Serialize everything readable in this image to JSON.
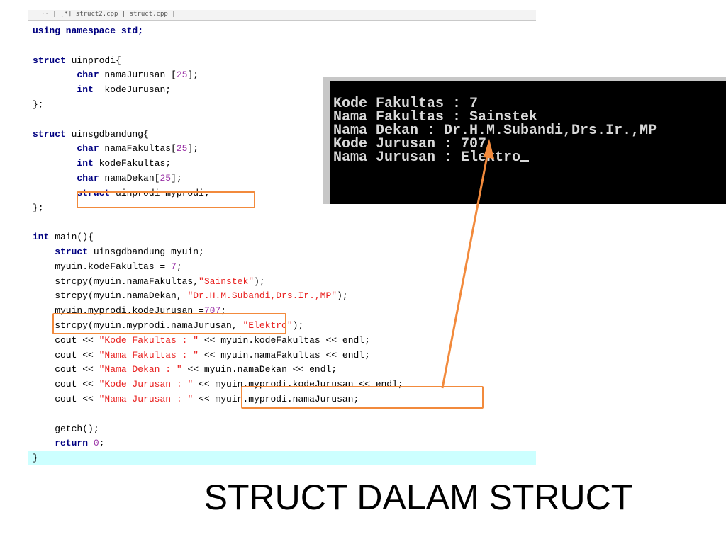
{
  "slide": {
    "title": "STRUCT DALAM STRUCT"
  },
  "editor": {
    "tabstrip_text": "·· | [*] struct2.cpp | struct.cpp |",
    "lines": [
      [
        {
          "t": "using namespace std;",
          "c": "kw-line"
        }
      ],
      [],
      [
        {
          "t": "struct",
          "c": "kw"
        },
        {
          "t": " uinprodi{",
          "c": ""
        }
      ],
      [
        {
          "t": "        char",
          "c": "kw"
        },
        {
          "t": " namaJurusan [",
          "c": ""
        },
        {
          "t": "25",
          "c": "num"
        },
        {
          "t": "];",
          "c": ""
        }
      ],
      [
        {
          "t": "        int",
          "c": "kw"
        },
        {
          "t": "  kodeJurusan;",
          "c": ""
        }
      ],
      [
        {
          "t": "};",
          "c": ""
        }
      ],
      [],
      [
        {
          "t": "struct",
          "c": "kw"
        },
        {
          "t": " uinsgdbandung{",
          "c": ""
        }
      ],
      [
        {
          "t": "        char",
          "c": "kw"
        },
        {
          "t": " namaFakultas[",
          "c": ""
        },
        {
          "t": "25",
          "c": "num"
        },
        {
          "t": "];",
          "c": ""
        }
      ],
      [
        {
          "t": "        int",
          "c": "kw"
        },
        {
          "t": " kodeFakultas;",
          "c": ""
        }
      ],
      [
        {
          "t": "        char",
          "c": "kw"
        },
        {
          "t": " namaDekan[",
          "c": ""
        },
        {
          "t": "25",
          "c": "num"
        },
        {
          "t": "];",
          "c": ""
        }
      ],
      [
        {
          "t": "        struct",
          "c": "kw"
        },
        {
          "t": " uinprodi myprodi;",
          "c": ""
        }
      ],
      [
        {
          "t": "};",
          "c": ""
        }
      ],
      [],
      [
        {
          "t": "int",
          "c": "kw"
        },
        {
          "t": " main(){",
          "c": ""
        }
      ],
      [
        {
          "t": "    struct",
          "c": "kw"
        },
        {
          "t": " uinsgdbandung myuin;",
          "c": ""
        }
      ],
      [
        {
          "t": "    myuin.kodeFakultas = ",
          "c": ""
        },
        {
          "t": "7",
          "c": "num"
        },
        {
          "t": ";",
          "c": ""
        }
      ],
      [
        {
          "t": "    strcpy(myuin.namaFakultas,",
          "c": ""
        },
        {
          "t": "\"Sainstek\"",
          "c": "str"
        },
        {
          "t": ");",
          "c": ""
        }
      ],
      [
        {
          "t": "    strcpy(myuin.namaDekan, ",
          "c": ""
        },
        {
          "t": "\"Dr.H.M.Subandi,Drs.Ir.,MP\"",
          "c": "str"
        },
        {
          "t": ");",
          "c": ""
        }
      ],
      [
        {
          "t": "    myuin.myprodi.kodeJurusan =",
          "c": ""
        },
        {
          "t": "707",
          "c": "num"
        },
        {
          "t": ";",
          "c": ""
        }
      ],
      [
        {
          "t": "    strcpy(myuin.myprodi.namaJurusan, ",
          "c": ""
        },
        {
          "t": "\"Elektro\"",
          "c": "str"
        },
        {
          "t": ");",
          "c": ""
        }
      ],
      [
        {
          "t": "    cout << ",
          "c": ""
        },
        {
          "t": "\"Kode Fakultas : \"",
          "c": "str"
        },
        {
          "t": " << myuin.kodeFakultas << endl;",
          "c": ""
        }
      ],
      [
        {
          "t": "    cout << ",
          "c": ""
        },
        {
          "t": "\"Nama Fakultas : \"",
          "c": "str"
        },
        {
          "t": " << myuin.namaFakultas << endl;",
          "c": ""
        }
      ],
      [
        {
          "t": "    cout << ",
          "c": ""
        },
        {
          "t": "\"Nama Dekan : \"",
          "c": "str"
        },
        {
          "t": " << myuin.namaDekan << endl;",
          "c": ""
        }
      ],
      [
        {
          "t": "    cout << ",
          "c": ""
        },
        {
          "t": "\"Kode Jurusan : \"",
          "c": "str"
        },
        {
          "t": " << myuin.myprodi.kodeJurusan << endl;",
          "c": ""
        }
      ],
      [
        {
          "t": "    cout << ",
          "c": ""
        },
        {
          "t": "\"Nama Jurusan : \"",
          "c": "str"
        },
        {
          "t": " << myuin.myprodi.namaJurusan;",
          "c": ""
        }
      ],
      [],
      [
        {
          "t": "    getch();",
          "c": ""
        }
      ],
      [
        {
          "t": "    return",
          "c": "kw"
        },
        {
          "t": " ",
          "c": ""
        },
        {
          "t": "0",
          "c": "num"
        },
        {
          "t": ";",
          "c": ""
        }
      ],
      [
        {
          "t": "}",
          "c": ""
        }
      ]
    ],
    "current_line_index": 29
  },
  "console": {
    "lines": [
      "Kode Fakultas : 7",
      "Nama Fakultas : Sainstek",
      "Nama Dekan : Dr.H.M.Subandi,Drs.Ir.,MP",
      "Kode Jurusan : 707",
      "Nama Jurusan : Elektro"
    ]
  },
  "colors": {
    "highlight": "#f28a3c",
    "keyword": "#000080",
    "string": "#e8201f",
    "number": "#9a33a6",
    "console_bg": "#000000",
    "console_fg": "#d8d8d8"
  }
}
